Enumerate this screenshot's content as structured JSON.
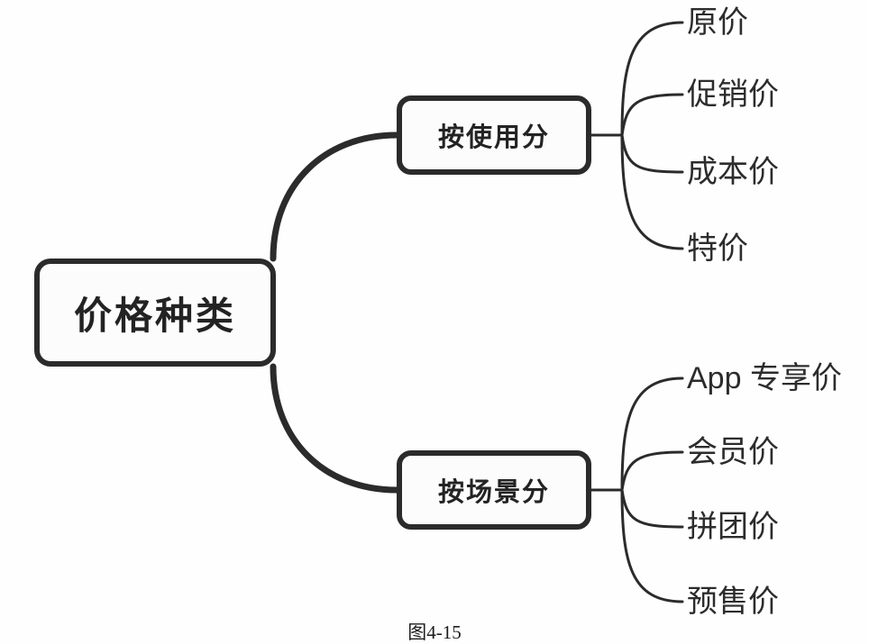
{
  "figure": {
    "caption": "图4-15",
    "type": "mind-map",
    "background_color": "#fefefe",
    "line_color": "#2b2b2b",
    "text_color": "#2c2c2c"
  },
  "root": {
    "label": "价格种类"
  },
  "branches": [
    {
      "label": "按使用分",
      "leaves": [
        {
          "label": "原价"
        },
        {
          "label": "促销价"
        },
        {
          "label": "成本价"
        },
        {
          "label": "特价"
        }
      ]
    },
    {
      "label": "按场景分",
      "leaves": [
        {
          "label": "App 专享价"
        },
        {
          "label": "会员价"
        },
        {
          "label": "拼团价"
        },
        {
          "label": "预售价"
        }
      ]
    }
  ]
}
